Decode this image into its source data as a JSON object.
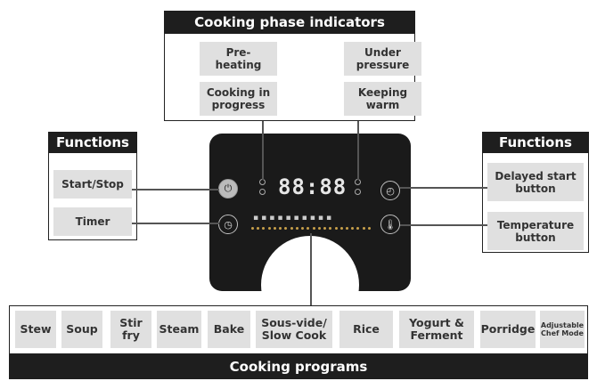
{
  "phase": {
    "title": "Cooking phase indicators",
    "preheating": "Pre-\nheating",
    "under_pressure": "Under\npressure",
    "cooking": "Cooking in\nprogress",
    "keeping_warm": "Keeping\nwarm"
  },
  "functions_left": {
    "title": "Functions",
    "start_stop": "Start/Stop",
    "timer": "Timer"
  },
  "functions_right": {
    "title": "Functions",
    "delayed_start": "Delayed start\nbutton",
    "temperature": "Temperature\nbutton"
  },
  "display": {
    "digits": "88:88"
  },
  "programs": {
    "title": "Cooking programs",
    "items": [
      "Stew",
      "Soup",
      "Stir\nfry",
      "Steam",
      "Bake",
      "Sous-vide/\nSlow Cook",
      "Rice",
      "Yogurt &\nFerment",
      "Porridge",
      "Adjustable\nChef Mode"
    ]
  },
  "icons": [
    "power-icon",
    "timer-icon",
    "delayed-start-icon",
    "thermometer-icon"
  ]
}
